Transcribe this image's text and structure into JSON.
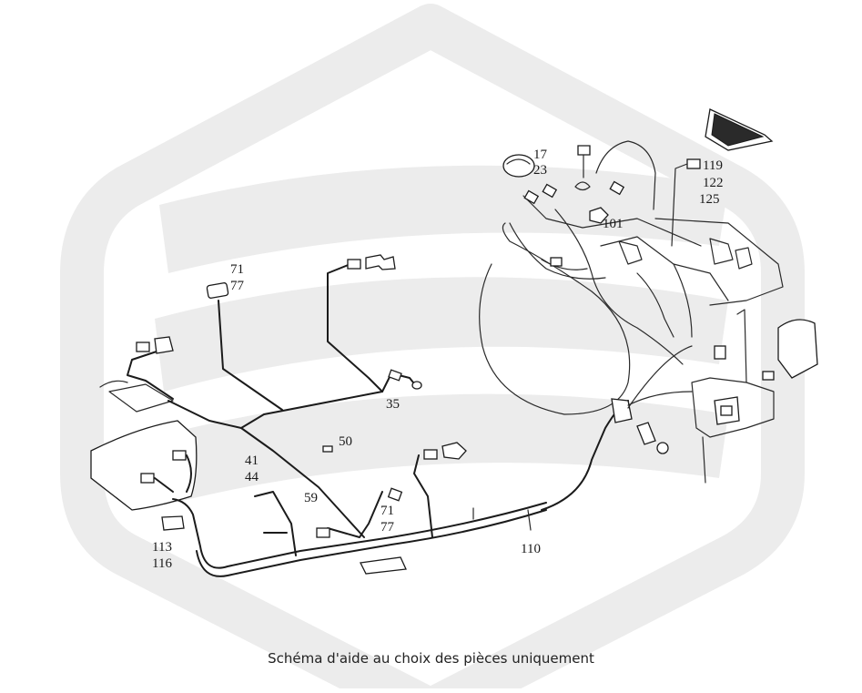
{
  "caption": "Schéma d'aide au choix des pièces uniquement",
  "watermark_icon": "hexagon-wave-logo",
  "labels": [
    {
      "id": "l-17",
      "text": "17"
    },
    {
      "id": "l-23",
      "text": "23"
    },
    {
      "id": "l-101",
      "text": "101"
    },
    {
      "id": "l-119",
      "text": "119"
    },
    {
      "id": "l-122",
      "text": "122"
    },
    {
      "id": "l-125",
      "text": "125"
    },
    {
      "id": "l-71a",
      "text": "71"
    },
    {
      "id": "l-77a",
      "text": "77"
    },
    {
      "id": "l-35",
      "text": "35"
    },
    {
      "id": "l-50",
      "text": "50"
    },
    {
      "id": "l-41",
      "text": "41"
    },
    {
      "id": "l-44",
      "text": "44"
    },
    {
      "id": "l-59",
      "text": "59"
    },
    {
      "id": "l-71b",
      "text": "71"
    },
    {
      "id": "l-77b",
      "text": "77"
    },
    {
      "id": "l-113",
      "text": "113"
    },
    {
      "id": "l-116",
      "text": "116"
    },
    {
      "id": "l-110",
      "text": "110"
    }
  ]
}
